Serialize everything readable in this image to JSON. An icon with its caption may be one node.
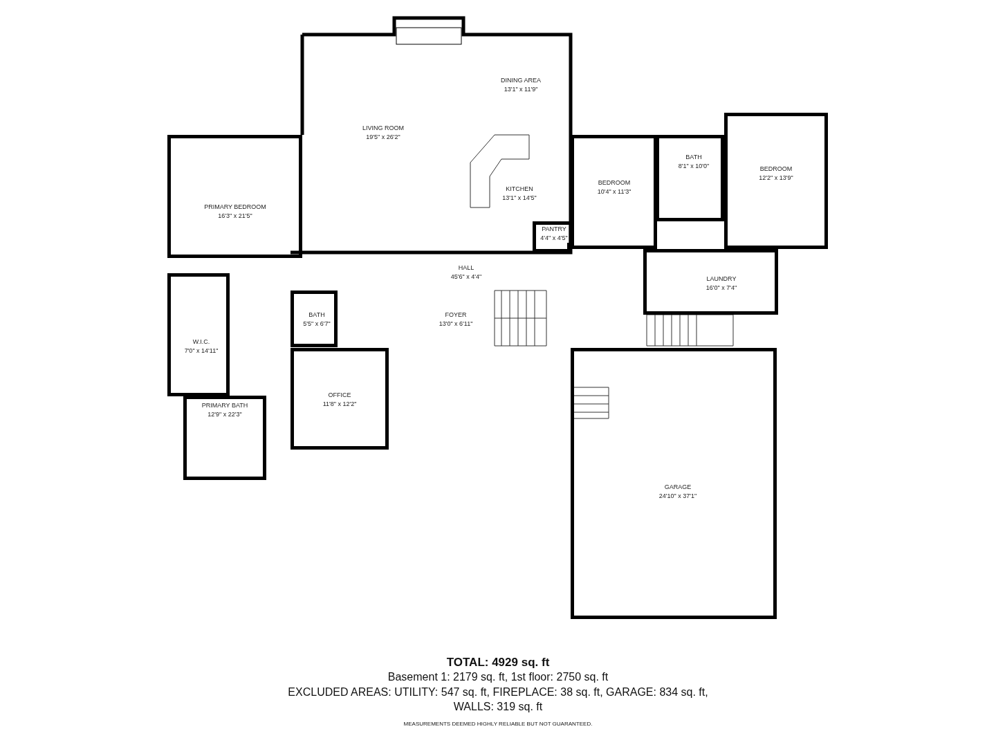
{
  "diagram": {
    "title": "TOTAL: 4929 sq. ft",
    "nodes": [
      {
        "text": [
          "PRIMARY BEDROOM",
          "16'3\" x 21'5\""
        ]
      },
      {
        "text": [
          "LIVING ROOM",
          "19'5\" x 26'2\""
        ]
      },
      {
        "text": [
          "DINING AREA",
          "13'1\" x 11'9\""
        ]
      },
      {
        "text": [
          "KITCHEN",
          "13'1\" x 14'5\""
        ]
      },
      {
        "text": [
          "PANTRY",
          "4'4\" x 4'5\""
        ]
      },
      {
        "text": [
          "BEDROOM",
          "10'4\" x 11'3\""
        ]
      },
      {
        "text": [
          "BATH",
          "8'1\" x 10'0\""
        ]
      },
      {
        "text": [
          "BEDROOM",
          "12'2\" x 13'9\""
        ]
      },
      {
        "text": [
          "HALL",
          "45'6\" x 4'4\""
        ]
      },
      {
        "text": [
          "LAUNDRY",
          "16'0\" x 7'4\""
        ]
      },
      {
        "text": [
          "W.I.C.",
          "7'0\" x 14'11\""
        ]
      },
      {
        "text": [
          "BATH",
          "5'5\" x 6'7\""
        ]
      },
      {
        "text": [
          "FOYER",
          "13'0\" x 6'11\""
        ]
      },
      {
        "text": [
          "PRIMARY BATH",
          "12'9\" x 22'3\""
        ]
      },
      {
        "text": [
          "OFFICE",
          "11'8\" x 12'2\""
        ]
      },
      {
        "text": [
          "GARAGE",
          "24'10\" x 37'1\""
        ]
      }
    ],
    "labels": [
      "Basement 1: 2179 sq. ft, 1st floor: 2750 sq. ft",
      "EXCLUDED AREAS: UTILITY: 547 sq. ft, FIREPLACE: 38 sq. ft, GARAGE: 834 sq. ft, WALLS: 319 sq. ft",
      "MEASUREMENTS DEEMED HIGHLY RELIABLE BUT NOT GUARANTEED."
    ]
  }
}
